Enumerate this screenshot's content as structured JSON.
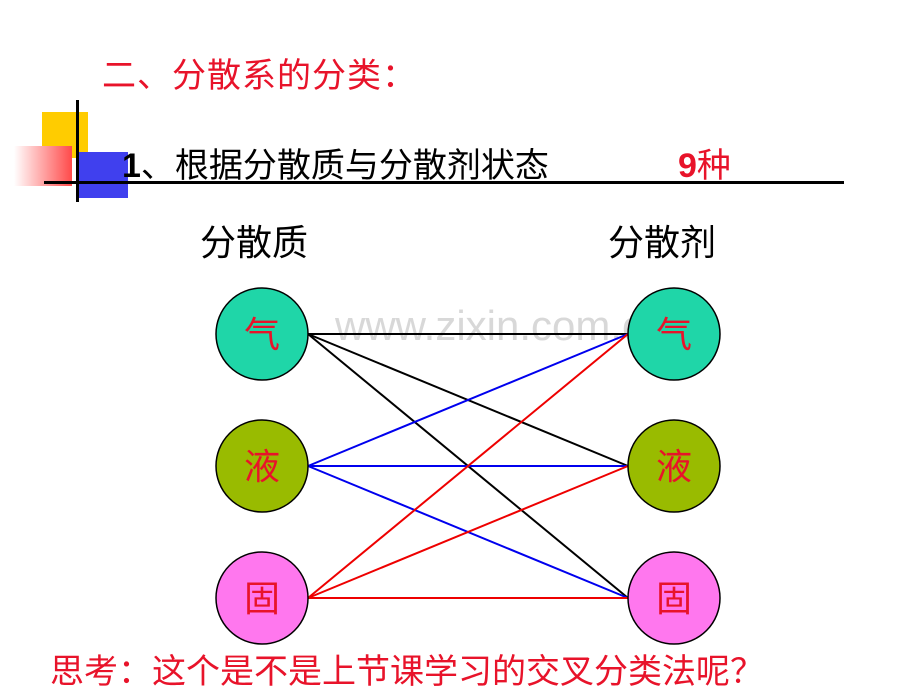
{
  "heading": "二、分散系的分类：",
  "subheading": {
    "number": "1",
    "text": "、根据分散质与分散剂状态"
  },
  "count": {
    "number": "9",
    "unit": "种"
  },
  "left_title": "分散质",
  "right_title": "分散剂",
  "watermark": "www.zixin.com.cn",
  "left_nodes": [
    {
      "label": "气",
      "fill": "#1fd6a8"
    },
    {
      "label": "液",
      "fill": "#99bb00"
    },
    {
      "label": "固",
      "fill": "#ff77ee"
    }
  ],
  "right_nodes": [
    {
      "label": "气",
      "fill": "#1fd6a8"
    },
    {
      "label": "液",
      "fill": "#99bb00"
    },
    {
      "label": "固",
      "fill": "#ff77ee"
    }
  ],
  "connections": [
    {
      "from": 0,
      "to": 0,
      "color": "#000000"
    },
    {
      "from": 0,
      "to": 1,
      "color": "#000000"
    },
    {
      "from": 0,
      "to": 2,
      "color": "#000000"
    },
    {
      "from": 1,
      "to": 0,
      "color": "#0000ee"
    },
    {
      "from": 1,
      "to": 1,
      "color": "#0000ee"
    },
    {
      "from": 1,
      "to": 2,
      "color": "#0000ee"
    },
    {
      "from": 2,
      "to": 0,
      "color": "#ee0000"
    },
    {
      "from": 2,
      "to": 1,
      "color": "#ee0000"
    },
    {
      "from": 2,
      "to": 2,
      "color": "#ee0000"
    }
  ],
  "footer": "思考：这个是不是上节课学习的交叉分类法呢？"
}
